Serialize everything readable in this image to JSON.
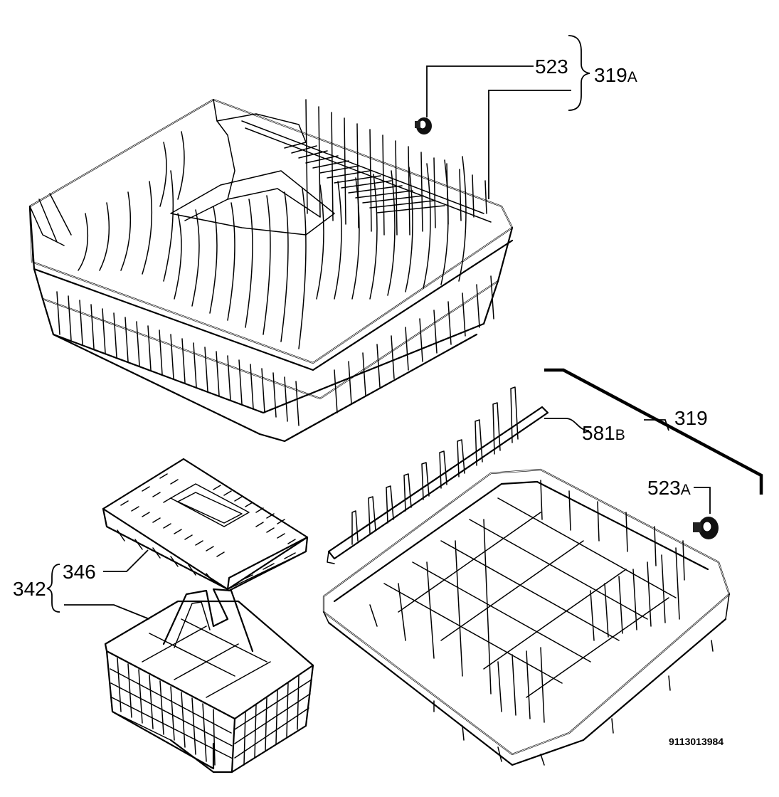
{
  "labels": {
    "p523": "523",
    "p319": "319",
    "p319a_num": "319",
    "p319a_suffix": "A",
    "p581b_num": "581",
    "p581b_suffix": "B",
    "p523a_num": "523",
    "p523a_suffix": "A",
    "p346": "346",
    "p342": "342"
  },
  "document_number": "9113013984"
}
